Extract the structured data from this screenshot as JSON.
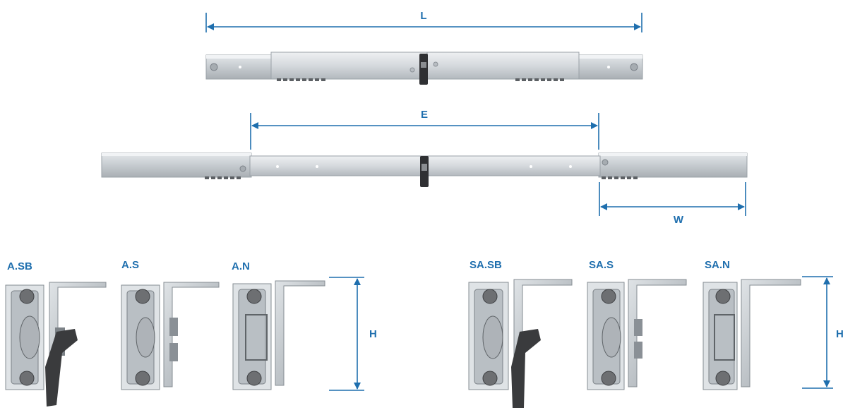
{
  "dimensions": {
    "length": "L",
    "extension": "E",
    "stroke": "W",
    "height_left": "H",
    "height_right": "H"
  },
  "profiles_aluminium": [
    "A.SB",
    "A.S",
    "A.N"
  ],
  "profiles_steel_aluminium": [
    "SA.SB",
    "SA.S",
    "SA.N"
  ],
  "colors": {
    "dimension_line": "#1f6fae",
    "rail": "#c9ced3",
    "rail_dark": "#9aa1a7",
    "bearing": "#6d6f72",
    "lock_lever": "#3a3b3d"
  }
}
